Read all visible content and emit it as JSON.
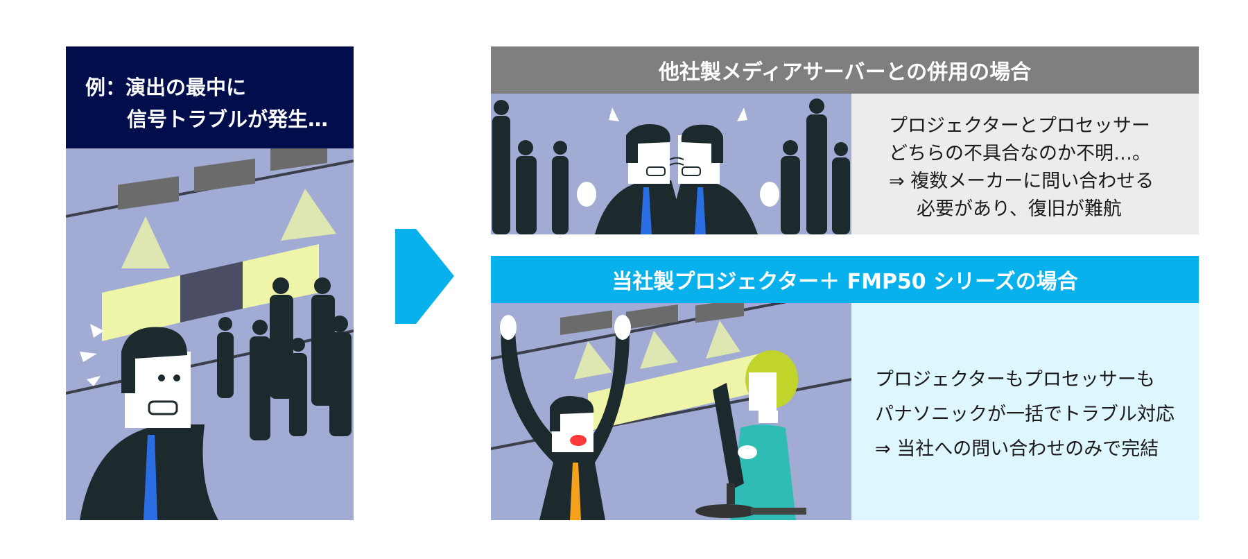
{
  "left_panel": {
    "title_line1": "例：演出の最中に",
    "title_line2": "信号トラブルが発生…"
  },
  "top_case": {
    "title": "他社製メディアサーバーとの併用の場合",
    "lines": [
      "プロジェクターとプロセッサー",
      "どちらの不具合なのか不明…。",
      "⇒ 複数メーカーに問い合わせる",
      "必要があり、復旧が難航"
    ]
  },
  "bottom_case": {
    "title": "当社製プロジェクター＋ FMP50 シリーズの場合",
    "lines": [
      "プロジェクターもプロセッサーも",
      "パナソニックが一括でトラブル対応",
      "⇒ 当社への問い合わせのみで完結"
    ]
  },
  "colors": {
    "dark_navy": "#020d4c",
    "gray_header": "#7f7f7f",
    "cyan_header": "#08b1ec",
    "illustration_bg": "#a1abd3",
    "light_gray": "#ececec",
    "light_cyan": "#def6fd"
  }
}
